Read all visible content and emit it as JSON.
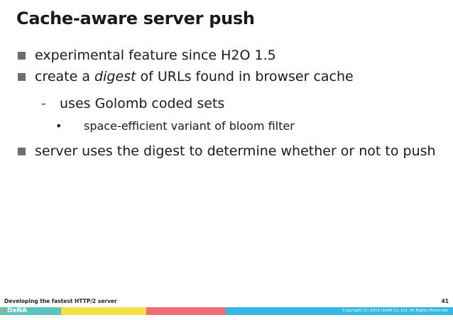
{
  "slide": {
    "title": "Cache-aware server push",
    "bullets": [
      {
        "text": "experimental feature since H2O 1.5"
      },
      {
        "pre": "create a ",
        "emph": "digest",
        "post": " of URLs found in browser cache"
      },
      {
        "text": "server uses the digest to determine whether or not to push"
      }
    ],
    "sub_bullet": {
      "marker": "-",
      "text": "uses Golomb coded sets"
    },
    "sub_sub_bullet": {
      "marker": "•",
      "text": "space-efficient variant of bloom filter"
    }
  },
  "footer": {
    "presentation_title": "Developing the fastest HTTP/2 server",
    "page_number": "41",
    "logo_text": "DeNA",
    "copyright": "Copyright (C) 2016 DeNA Co.,Ltd. All Rights Reserved."
  },
  "colors": {
    "bullet_square": "#6e6e6e",
    "bar_teal": "#5bc5bd",
    "bar_yellow": "#f5e04a",
    "bar_red": "#ef6d75",
    "bar_blue": "#35b8e5",
    "logo_accent": "#f7941d"
  }
}
